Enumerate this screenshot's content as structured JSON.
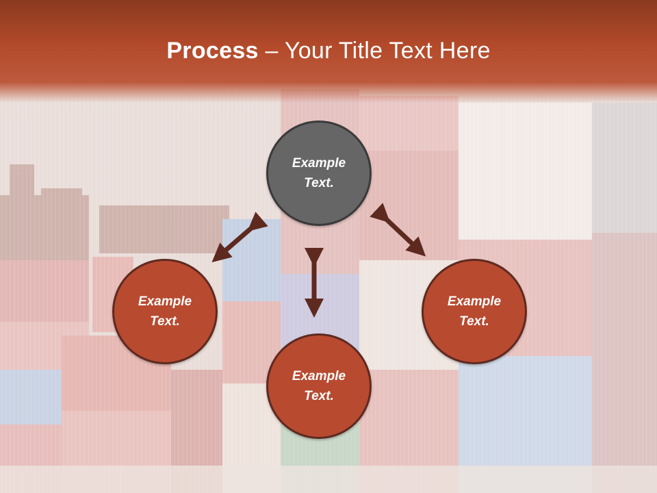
{
  "title": {
    "bold": "Process",
    "dash": " – ",
    "rest": "Your Title Text Here"
  },
  "nodes": {
    "top": {
      "line1": "Example",
      "line2": "Text."
    },
    "left": {
      "line1": "Example",
      "line2": "Text."
    },
    "right": {
      "line1": "Example",
      "line2": "Text."
    },
    "bottom": {
      "line1": "Example",
      "line2": "Text."
    }
  },
  "colors": {
    "header": "#b34a2a",
    "node": "#b84a30",
    "center_node": "#666666",
    "arrow": "#5e2a20"
  }
}
